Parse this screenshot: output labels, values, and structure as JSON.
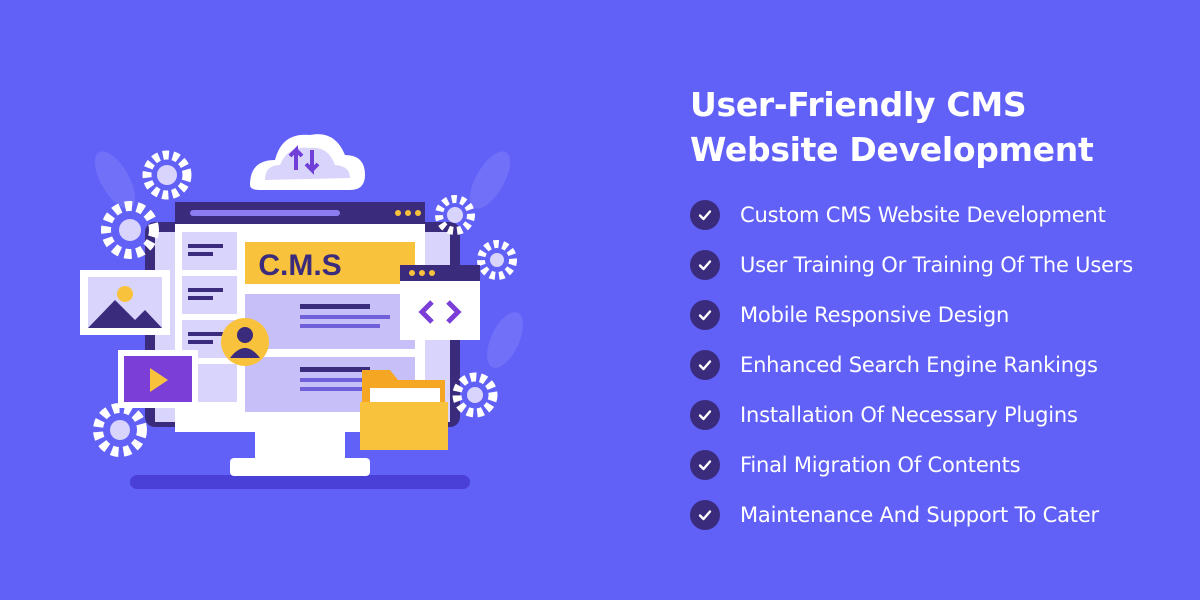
{
  "heading": {
    "line1": "User-Friendly CMS",
    "line2": "Website Development"
  },
  "illustration": {
    "screen_banner": "C.M.S",
    "code_symbol": "< >"
  },
  "features": [
    {
      "label": "Custom CMS Website Development",
      "icon": "check-icon"
    },
    {
      "label": "User Training Or Training Of The Users",
      "icon": "check-icon"
    },
    {
      "label": "Mobile Responsive Design",
      "icon": "check-icon"
    },
    {
      "label": "Enhanced Search Engine Rankings",
      "icon": "check-icon"
    },
    {
      "label": "Installation Of Necessary Plugins",
      "icon": "check-icon"
    },
    {
      "label": "Final Migration Of Contents",
      "icon": "check-icon"
    },
    {
      "label": "Maintenance And Support To Cater",
      "icon": "check-icon"
    }
  ],
  "colors": {
    "background": "#6161f8",
    "dark_purple": "#3a2b7c",
    "accent_yellow": "#f9c23c",
    "light_lavender": "#d9d4fb"
  }
}
